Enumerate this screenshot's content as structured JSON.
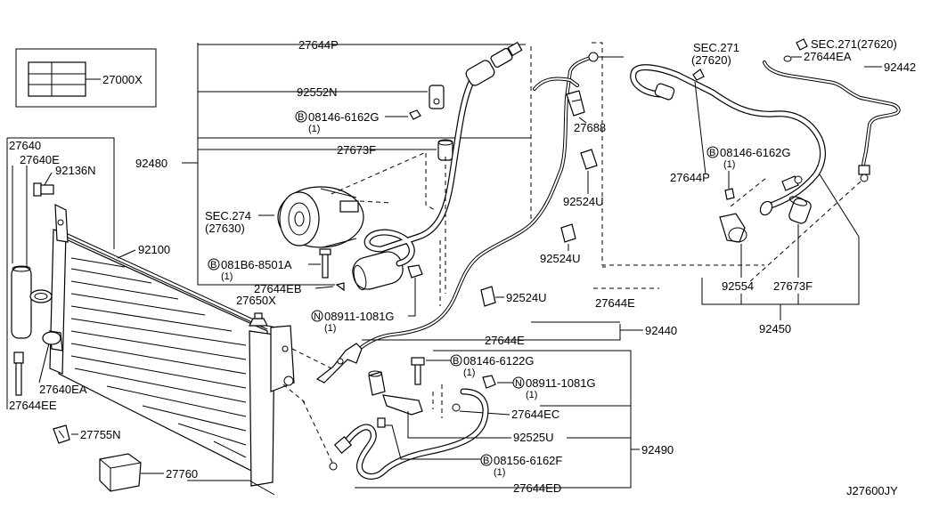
{
  "diagram_id": "J27600JY",
  "labels": {
    "p27000X": "27000X",
    "p27644P_top": "27644P",
    "p92552N": "92552N",
    "bolt1_code": "08146-6162G",
    "bolt1_qty": "(1)",
    "p27673F_top": "27673F",
    "p92480": "92480",
    "sec274": "SEC.274",
    "sec274_sub": "(27630)",
    "bolt2_code": "081B6-8501A",
    "bolt2_qty": "(1)",
    "p27644EB": "27644EB",
    "p27650X": "27650X",
    "nut1_code": "08911-1081G",
    "nut1_qty": "(1)",
    "p27640": "27640",
    "p27640E": "27640E",
    "p92136N": "92136N",
    "p92100": "92100",
    "p27640EA": "27640EA",
    "p27644EE": "27644EE",
    "p27755N": "27755N",
    "p27760": "27760",
    "p27688": "27688",
    "p92524U_1": "92524U",
    "p92524U_2": "92524U",
    "p92524U_3": "92524U",
    "p27644E_right": "27644E",
    "p27644E_mid": "27644E",
    "p92440": "92440",
    "bolt3_code": "08146-6122G",
    "bolt3_qty": "(1)",
    "nut2_code": "08911-1081G",
    "nut2_qty": "(1)",
    "p27644EC": "27644EC",
    "p92525U": "92525U",
    "p92490": "92490",
    "bolt4_code": "08156-6162F",
    "bolt4_qty": "(1)",
    "p27644ED": "27644ED",
    "sec271_a": "SEC.271",
    "sec271_a_sub": "(27620)",
    "sec271_b": "SEC.271(27620)",
    "p27644EA": "27644EA",
    "p92442": "92442",
    "bolt5_code": "08146-6162G",
    "bolt5_qty": "(1)",
    "p27644P_right": "27644P",
    "p92554": "92554",
    "p27673F_right": "27673F",
    "p92450": "92450",
    "badge_b": "B",
    "badge_n": "N"
  }
}
